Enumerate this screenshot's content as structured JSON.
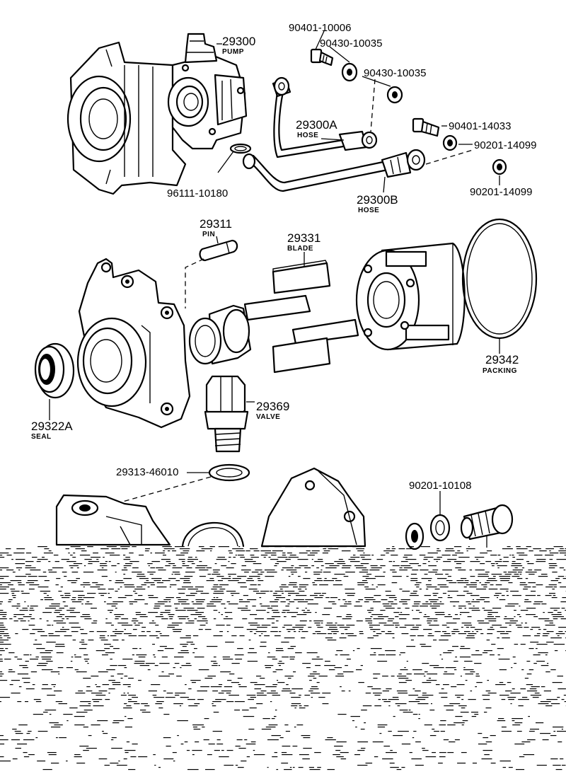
{
  "diagram": {
    "labels": {
      "pump_no": "29300",
      "pump_name": "PUMP",
      "bolt_top": "90401-10006",
      "washer_top_a": "90430-10035",
      "washer_top_b": "90430-10035",
      "hose_a_no": "29300A",
      "hose_a_name": "HOSE",
      "bolt_right": "90401-14033",
      "gasket_right_a": "90201-14099",
      "gasket_right_b": "90201-14099",
      "clip_no": "96111-10180",
      "hose_b_no": "29300B",
      "hose_b_name": "HOSE",
      "pin_no": "29311",
      "pin_name": "PIN",
      "blade_no": "29331",
      "blade_name": "BLADE",
      "packing_no": "29342",
      "packing_name": "PACKING",
      "seal_no": "29322A",
      "seal_name": "SEAL",
      "valve_no": "29369",
      "valve_name": "VALVE",
      "gasket_valve": "29313-46010",
      "gasket_bottom": "90201-10108"
    }
  }
}
